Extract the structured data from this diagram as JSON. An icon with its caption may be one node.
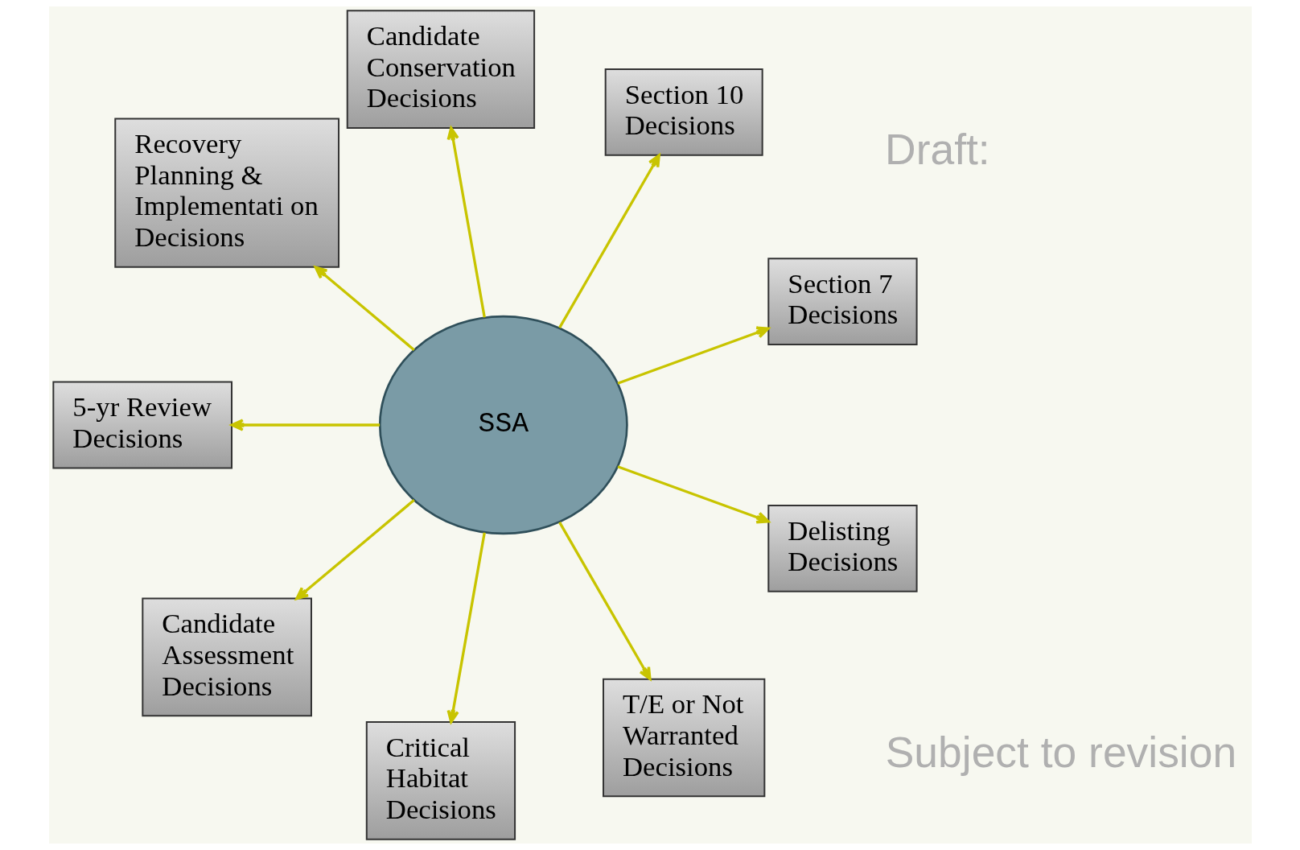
{
  "diagram": {
    "nodes": [
      {
        "text": [
          "SSA"
        ]
      },
      {
        "text": [
          "Section 7 Decisions"
        ]
      },
      {
        "text": [
          "Section 10 Decisions"
        ]
      },
      {
        "text": [
          "Candidate Conservation Decisions"
        ]
      },
      {
        "text": [
          "Recovery Planning & Implementati on Decisions"
        ]
      },
      {
        "text": [
          "5-yr Review Decisions"
        ]
      },
      {
        "text": [
          "Candidate Assessment Decisions"
        ]
      },
      {
        "text": [
          "Critical Habitat Decisions"
        ]
      },
      {
        "text": [
          "T/E or Not Warranted Decisions"
        ]
      },
      {
        "text": [
          "Delisting Decisions"
        ]
      }
    ],
    "edges": [
      {
        "from": 0,
        "to": 1,
        "arrow": "to"
      },
      {
        "from": 0,
        "to": 3,
        "arrow": "to"
      },
      {
        "from": 0,
        "to": 5,
        "arrow": "to"
      },
      {
        "from": 0,
        "to": 6,
        "arrow": "to"
      },
      {
        "from": 0,
        "to": 9,
        "arrow": "to"
      },
      {
        "from": 0,
        "to": 8,
        "arrow": "to"
      },
      {
        "from": 0,
        "to": 7,
        "arrow": "to"
      },
      {
        "from": 0,
        "to": 4,
        "arrow": "to"
      },
      {
        "from": 0,
        "to": 2,
        "arrow": "to"
      }
    ],
    "labels": [
      "Draft:",
      "Subject to revision"
    ]
  }
}
